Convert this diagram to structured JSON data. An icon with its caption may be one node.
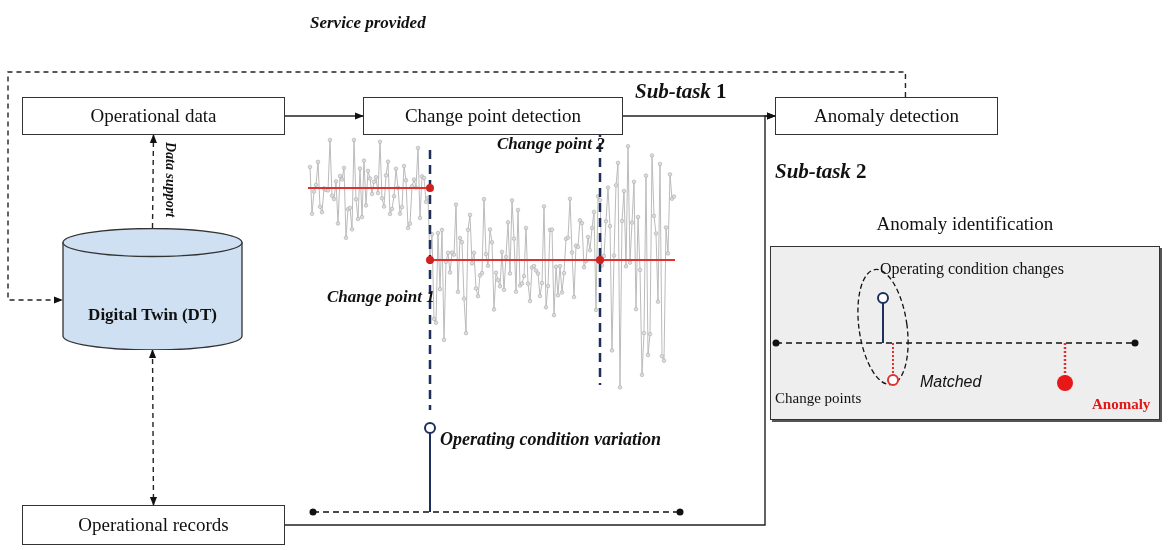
{
  "diagram": {
    "nodes": [
      {
        "text": [
          "Operational data"
        ]
      },
      {
        "text": [
          "Change point detection"
        ]
      },
      {
        "text": [
          "Anomaly detection"
        ]
      },
      {
        "text": [
          "Digital Twin (DT)"
        ]
      },
      {
        "text": [
          "Operational records"
        ]
      },
      {
        "text": [
          "Anomaly identification"
        ]
      }
    ],
    "edges": [
      {
        "from": 0,
        "to": 1,
        "arrow": "to"
      },
      {
        "from": 1,
        "to": 2,
        "arrow": "to",
        "label": "*Sub-task* 1"
      },
      {
        "from": 4,
        "to": 2,
        "arrow": "to"
      },
      {
        "from": 3,
        "to": 0,
        "arrow": "to",
        "style": "dashed",
        "label": "Data support"
      },
      {
        "from": 3,
        "to": 4,
        "arrow": "both",
        "style": "dashed"
      },
      {
        "from": 2,
        "to": 3,
        "arrow": "to",
        "style": "dashed",
        "label": "Service provided"
      }
    ],
    "labels": [
      "Change point 2",
      "Change point 1",
      "Operating condition variation",
      "*Sub-task* 2",
      "Operating condition changes",
      "Matched",
      "Change points",
      "Anomaly"
    ]
  }
}
